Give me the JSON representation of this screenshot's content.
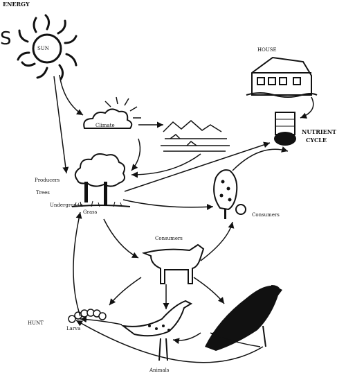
{
  "labels": {
    "energy": "ENERGY",
    "sun_edge": "S",
    "sun": "SUN",
    "climate": "Climate",
    "house": "HOUSE",
    "nutrient_cycle_1": "NUTRIENT",
    "nutrient_cycle_2": "CYCLE",
    "producers": "Producers",
    "trees": "Trees",
    "grass": "Grass",
    "undergrowth": "Undergrowth",
    "consumers_right": "Consumers",
    "consumers_mid": "Consumers",
    "hunt": "HUNT",
    "larva": "Larva",
    "bottom": "Animals"
  },
  "colors": {
    "ink": "#111111",
    "paper": "#ffffff"
  },
  "icons": [
    "sun-icon",
    "cloud-icon",
    "house-icon",
    "trees-icon",
    "shrub-icon",
    "cow-icon",
    "bird-icon",
    "hawk-icon",
    "caterpillar-icon",
    "well-icon"
  ]
}
